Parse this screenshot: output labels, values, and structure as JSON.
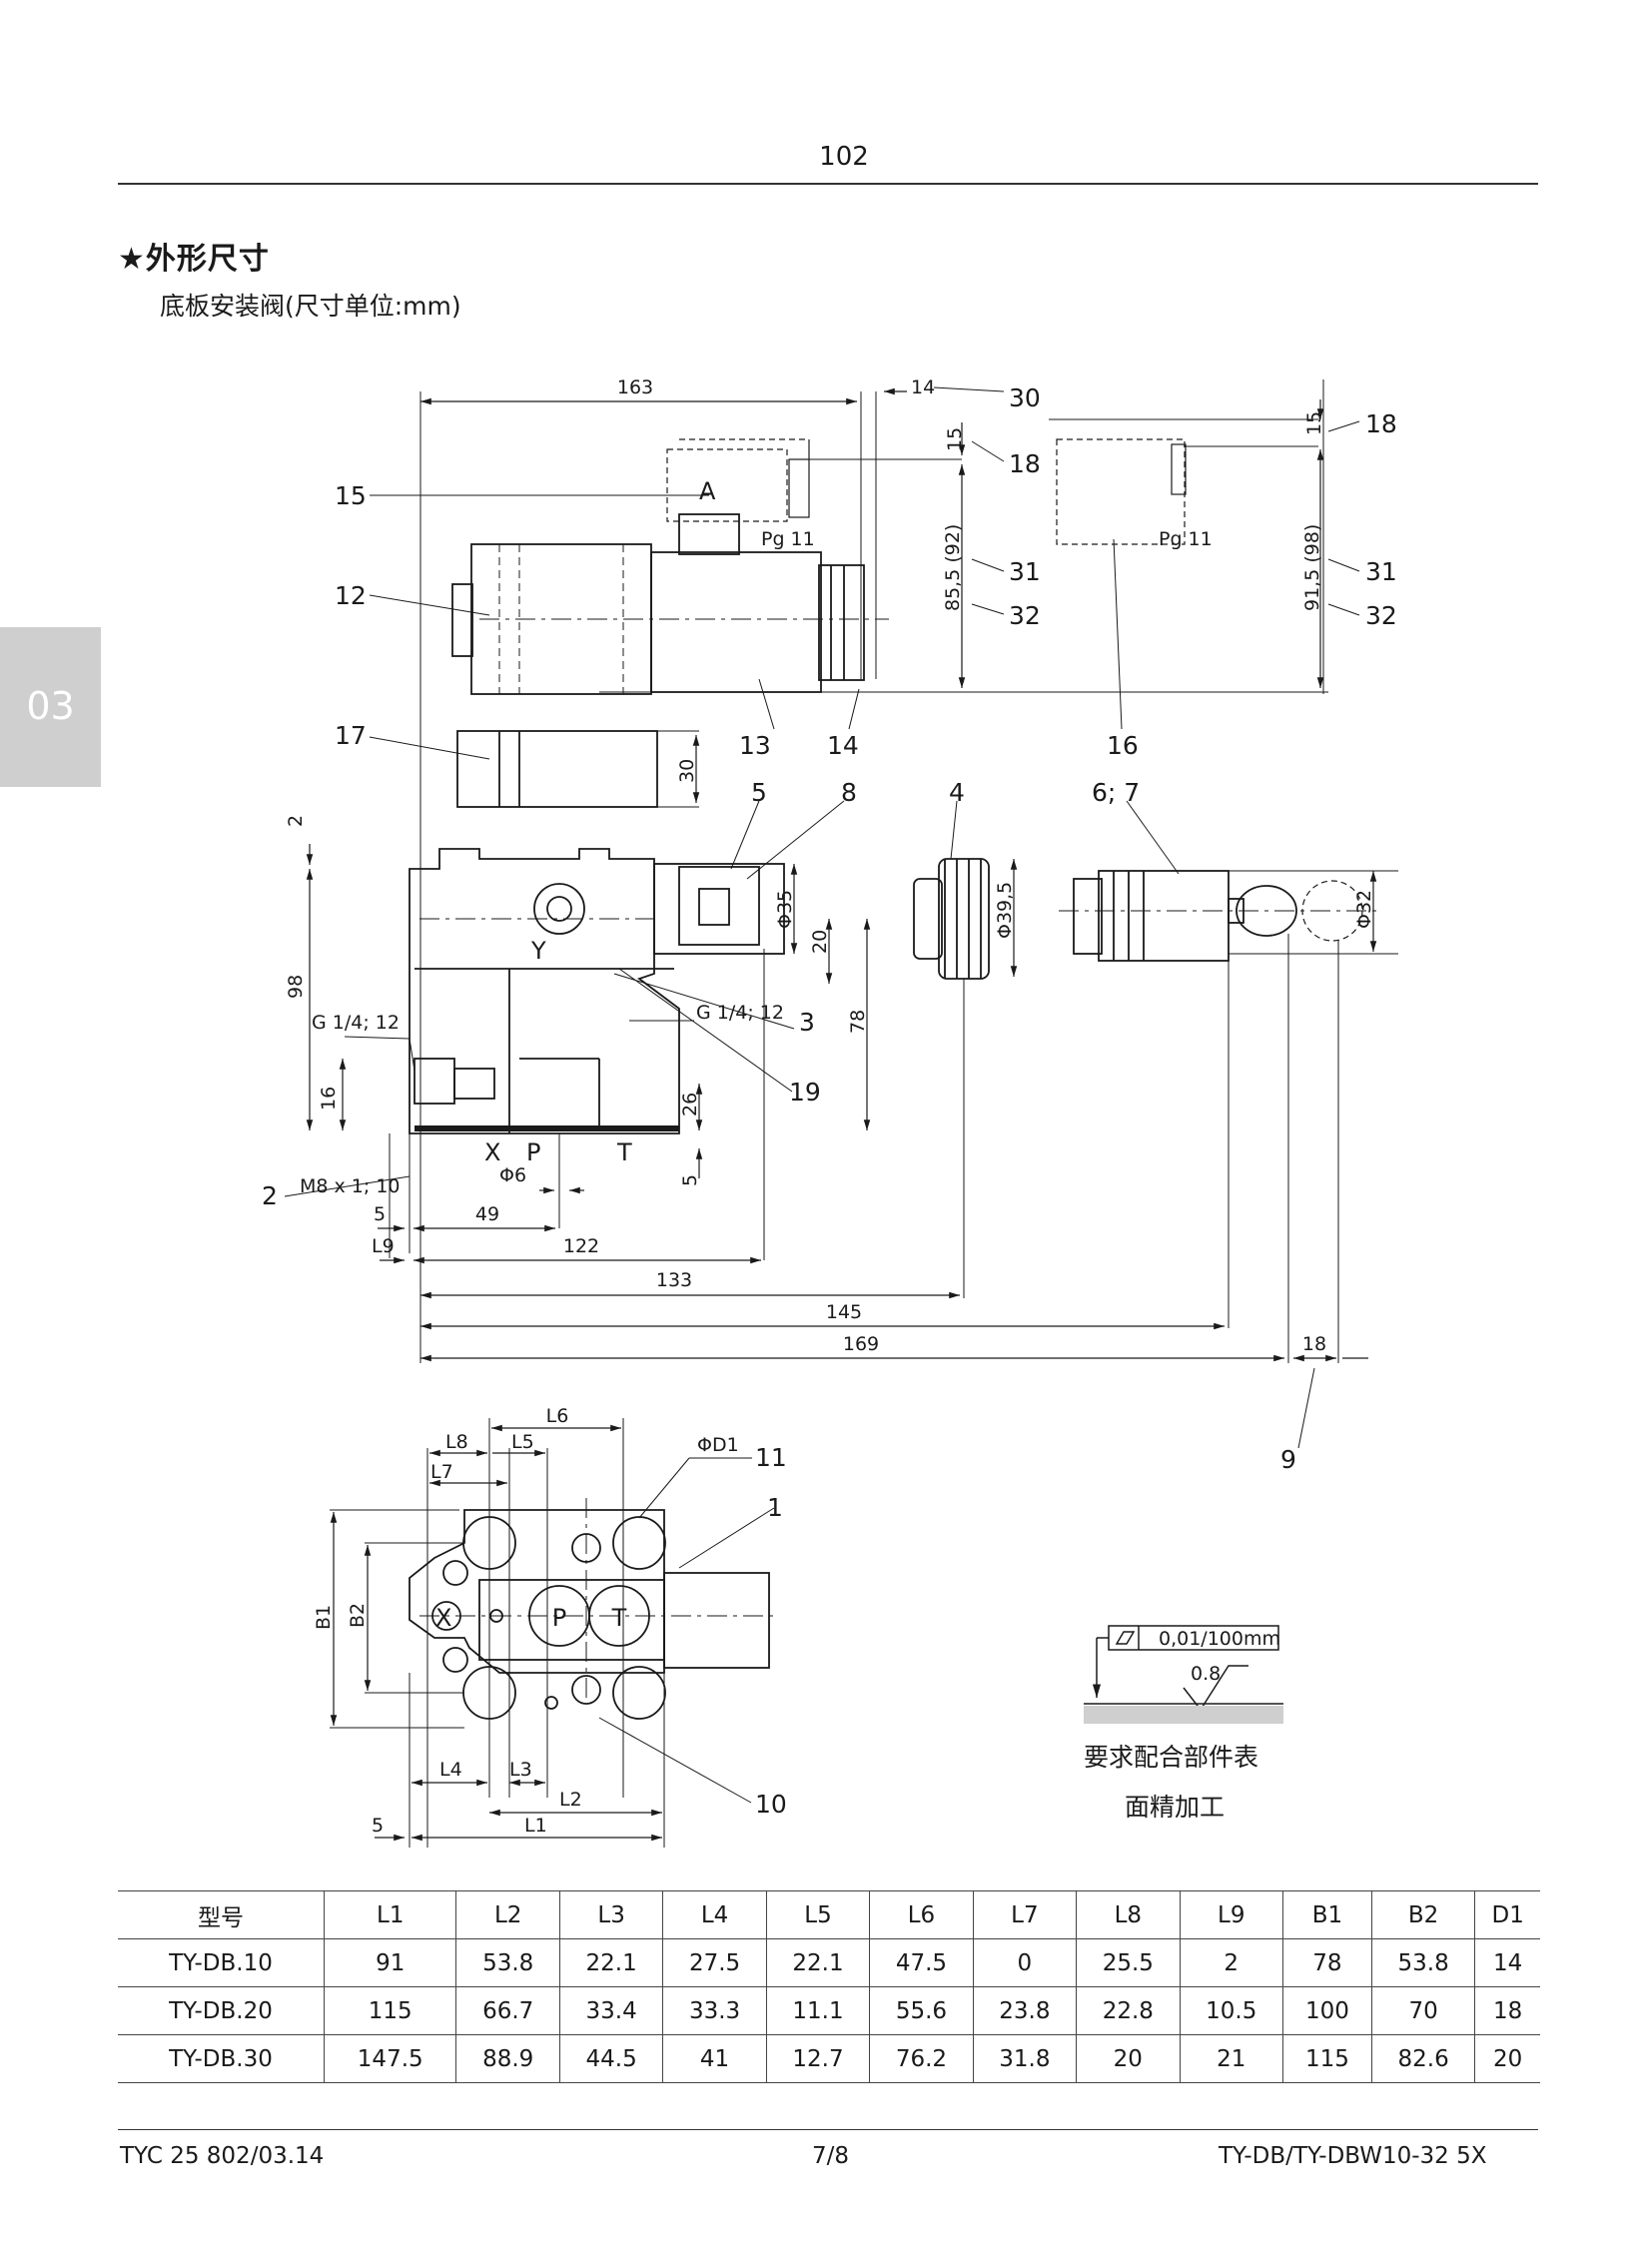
{
  "page": {
    "number": "102",
    "chapter_tab": "03",
    "section_title": "★外形尺寸",
    "section_subtitle": "底板安装阀(尺寸单位:mm)"
  },
  "drawing_top": {
    "dims": [
      "163",
      "14",
      "15",
      "15",
      "85,5 (92)",
      "91,5 (98)",
      "30",
      "Φ35",
      "20",
      "Φ39,5",
      "Φ32",
      "78",
      "26",
      "5",
      "98",
      "16",
      "2",
      "Φ6",
      "5",
      "49",
      "122",
      "133",
      "145",
      "169",
      "18"
    ],
    "labels": [
      "A",
      "Pg 11",
      "Pg 11",
      "Y",
      "X",
      "P",
      "T",
      "G 1/4; 12",
      "G 1/4; 12",
      "M8 x 1; 10",
      "L9"
    ],
    "callouts": [
      "30",
      "18",
      "18",
      "15",
      "31",
      "32",
      "31",
      "32",
      "12",
      "13",
      "14",
      "16",
      "17",
      "5",
      "8",
      "4",
      "6; 7",
      "3",
      "19",
      "2",
      "9"
    ]
  },
  "drawing_bottom": {
    "dims": [
      "L6",
      "L8",
      "L5",
      "L7",
      "B1",
      "B2",
      "L4",
      "L3",
      "L2",
      "L1",
      "5",
      "ΦD1"
    ],
    "port_labels": [
      "X",
      "P",
      "T"
    ],
    "callouts": [
      "11",
      "1",
      "10"
    ],
    "surface": {
      "flatness": "0,01/100mm",
      "roughness": "0.8",
      "note_line1": "要求配合部件表",
      "note_line2": "面精加工"
    }
  },
  "table": {
    "headers": [
      "型号",
      "L1",
      "L2",
      "L3",
      "L4",
      "L5",
      "L6",
      "L7",
      "L8",
      "L9",
      "B1",
      "B2",
      "D1"
    ],
    "rows": [
      [
        "TY-DB.10",
        "91",
        "53.8",
        "22.1",
        "27.5",
        "22.1",
        "47.5",
        "0",
        "25.5",
        "2",
        "78",
        "53.8",
        "14"
      ],
      [
        "TY-DB.20",
        "115",
        "66.7",
        "33.4",
        "33.3",
        "11.1",
        "55.6",
        "23.8",
        "22.8",
        "10.5",
        "100",
        "70",
        "18"
      ],
      [
        "TY-DB.30",
        "147.5",
        "88.9",
        "44.5",
        "41",
        "12.7",
        "76.2",
        "31.8",
        "20",
        "21",
        "115",
        "82.6",
        "20"
      ]
    ]
  },
  "footer": {
    "left": "TYC 25 802/03.14",
    "center": "7/8",
    "right": "TY-DB/TY-DBW10-32   5X"
  }
}
